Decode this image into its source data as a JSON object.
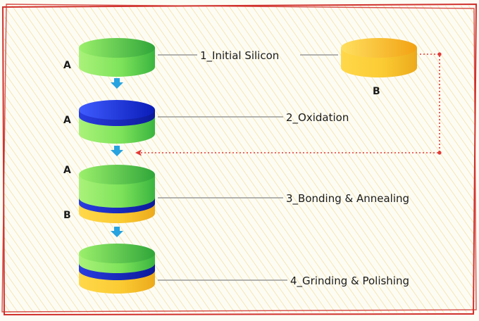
{
  "steps": [
    {
      "label": "1_Initial Silicon"
    },
    {
      "label": "2_Oxidation"
    },
    {
      "label": "3_Bonding & Annealing"
    },
    {
      "label": "4_Grinding & Polishing"
    }
  ],
  "wafer_labels": {
    "a1": "A",
    "a2": "A",
    "a3": "A",
    "b_stack": "B",
    "b_side": "B"
  },
  "colors": {
    "background": "#fdfcf4",
    "hatch": "#f0d88a",
    "border": "#d0312d",
    "silicon_a_light": "#9cf06b",
    "silicon_a_dark": "#2fa63a",
    "silicon_b_light": "#ffe060",
    "silicon_b_dark": "#f2a213",
    "oxide_light": "#3f5cff",
    "oxide_dark": "#0a1cb8",
    "flow_arrow": "#27a3e0",
    "transfer_arrow": "#e53935",
    "leader_line": "#999999",
    "text": "#1a1a1a"
  },
  "icons": [
    "down-arrow-icon",
    "dotted-transfer-arrow-icon"
  ]
}
